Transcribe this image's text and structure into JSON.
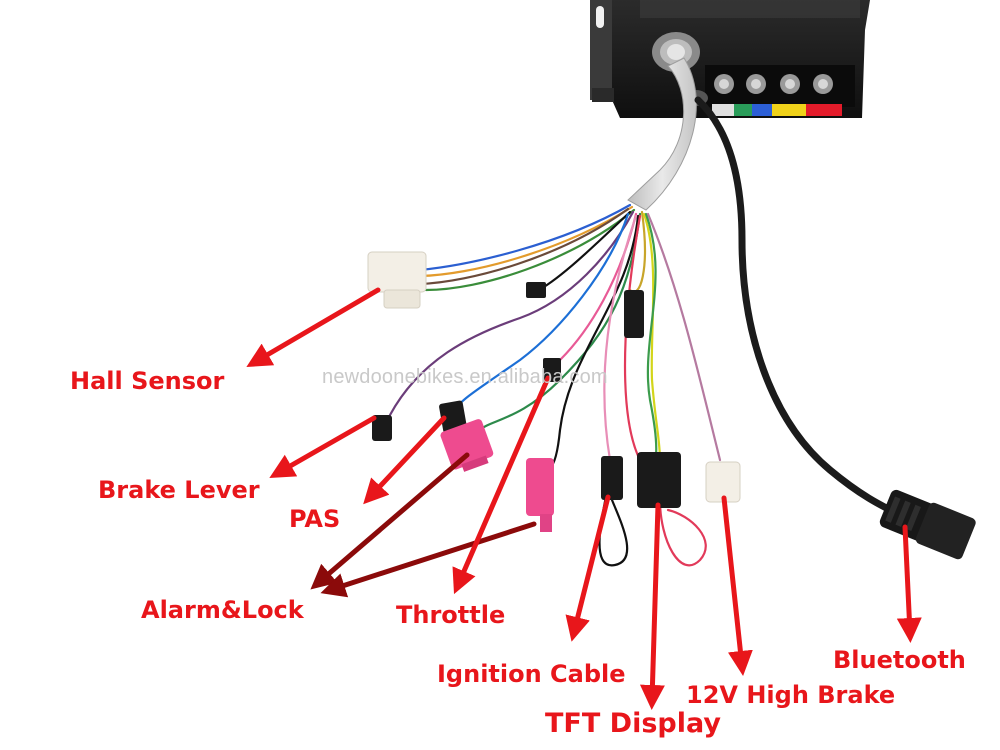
{
  "labels": {
    "hall_sensor": "Hall Sensor",
    "brake_lever": "Brake Lever",
    "pas": "PAS",
    "alarm_lock": "Alarm&Lock",
    "throttle": "Throttle",
    "ignition_cable": "Ignition Cable",
    "tft_display": "TFT Display",
    "high_brake": "12V High Brake",
    "bluetooth": "Bluetooth"
  },
  "watermark": "newdoonebikes.en.alibaba.com",
  "colors": {
    "label_text": "#e8161b",
    "arrow_red": "#e8161b",
    "arrow_dark_red": "#8b0a0a",
    "controller_body": "#1c1c1c",
    "cable_sheath": "#d9d9d9",
    "connector_pink": "#ee4b8f",
    "connector_white": "#f3efe6",
    "connector_black": "#1a1a1a"
  }
}
